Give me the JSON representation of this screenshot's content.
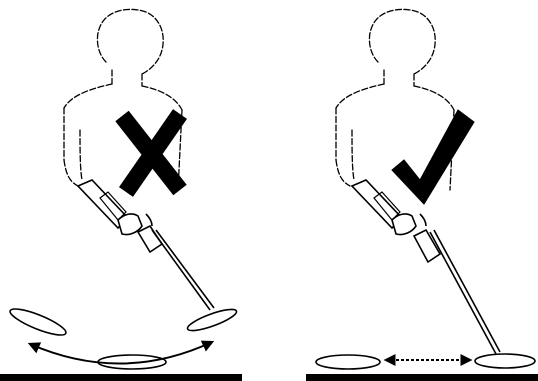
{
  "figure": {
    "panels": [
      {
        "verdict": "incorrect",
        "verdict_icon": "x-mark-icon",
        "motion": "arc-swing",
        "verdict_color": "#000000"
      },
      {
        "verdict": "correct",
        "verdict_icon": "checkmark-icon",
        "motion": "level-sweep",
        "verdict_color": "#000000"
      }
    ],
    "colors": {
      "ink": "#000000",
      "background": "#ffffff"
    }
  }
}
